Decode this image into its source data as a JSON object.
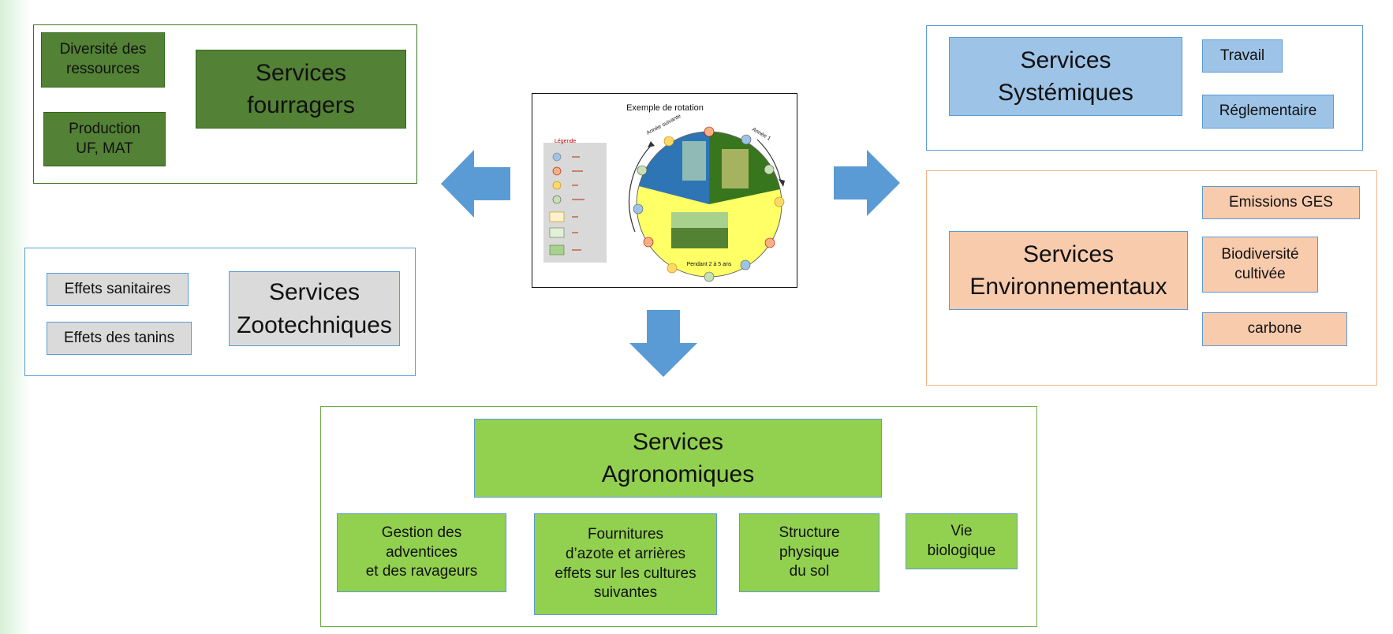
{
  "fourragers": {
    "title": "Services\nfourragers",
    "items": [
      "Diversité des\nressources",
      "Production\nUF, MAT"
    ]
  },
  "zootechniques": {
    "title": "Services\nZootechniques",
    "items": [
      "Effets sanitaires",
      "Effets des tanins"
    ]
  },
  "systemiques": {
    "title": "Services\nSystémiques",
    "items": [
      "Travail",
      "Réglementaire"
    ]
  },
  "environnementaux": {
    "title": "Services\nEnvironnementaux",
    "items": [
      "Emissions GES",
      "Biodiversité\ncultivée",
      "carbone"
    ]
  },
  "agronomiques": {
    "title": "Services\nAgronomiques",
    "items": [
      "Gestion des\nadventices\net des ravageurs",
      "Fournitures\nd’azote et arrières\neffets sur les cultures\nsuivantes",
      "Structure\nphysique\ndu sol",
      "Vie\nbiologique"
    ]
  },
  "rotation": {
    "title": "Exemple de rotation",
    "legend_title": "Légende",
    "label_following_year": "Année suivante",
    "label_year1": "Année 1",
    "label_duration": "Pendant 2 à 5 ans"
  },
  "colors": {
    "dark_green": "#538135",
    "light_green": "#92d050",
    "blue": "#9dc3e6",
    "orange": "#f8cbad",
    "grey": "#dadada",
    "arrow": "#5b9bd5"
  }
}
